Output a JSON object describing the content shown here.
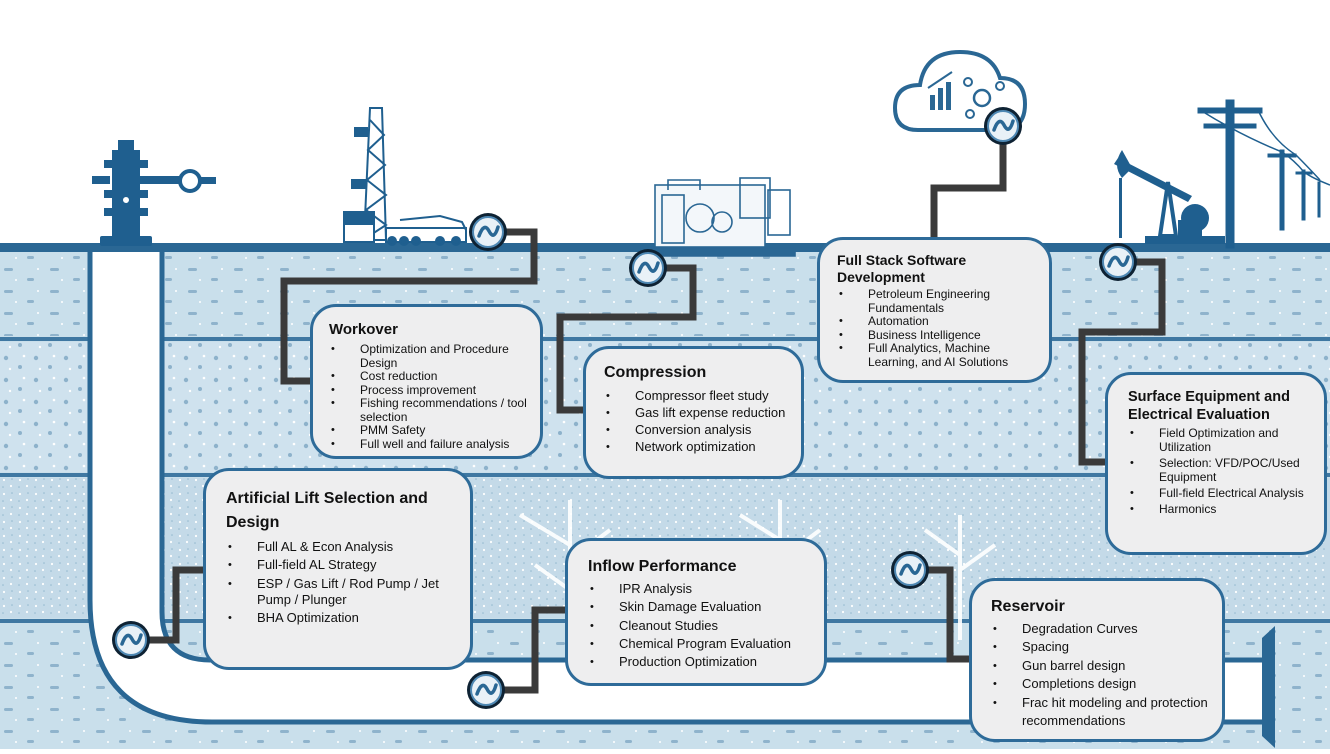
{
  "boxes": {
    "workover": {
      "title": "Workover",
      "items": [
        "Optimization and Procedure Design",
        "Cost reduction",
        "Process improvement",
        "Fishing recommendations / tool selection",
        "PMM Safety",
        "Full well and failure analysis"
      ]
    },
    "compression": {
      "title": "Compression",
      "items": [
        "Compressor fleet study",
        "Gas lift expense reduction",
        "Conversion analysis",
        "Network optimization"
      ]
    },
    "software": {
      "title": "Full Stack Software Development",
      "items": [
        "Petroleum Engineering Fundamentals",
        "Automation",
        "Business Intelligence",
        "Full Analytics, Machine Learning, and AI Solutions"
      ]
    },
    "surface": {
      "title": "Surface Equipment and Electrical Evaluation",
      "items": [
        "Field Optimization and Utilization",
        "Selection: VFD/POC/Used Equipment",
        "Full-field Electrical Analysis",
        "Harmonics"
      ]
    },
    "artificial_lift": {
      "title": "Artificial Lift Selection and Design",
      "items": [
        "Full AL & Econ Analysis",
        "Full-field AL Strategy",
        "ESP / Gas Lift / Rod Pump / Jet Pump / Plunger",
        "BHA Optimization"
      ]
    },
    "inflow": {
      "title": "Inflow Performance",
      "items": [
        "IPR Analysis",
        "Skin Damage Evaluation",
        "Cleanout Studies",
        "Chemical Program Evaluation",
        "Production Optimization"
      ]
    },
    "reservoir": {
      "title": "Reservoir",
      "items": [
        "Degradation Curves",
        "Spacing",
        "Gun barrel design",
        "Completions design",
        "Frac hit modeling and protection recommendations"
      ]
    }
  },
  "icons": {
    "wellhead": "wellhead-icon",
    "rig": "workover-rig-icon",
    "compressor": "compressor-unit-icon",
    "cloud": "cloud-analytics-icon",
    "pumpjack": "pumpjack-icon",
    "power": "power-pole-icon",
    "node": "company-logo-node-icon"
  },
  "colors": {
    "primary": "#1f5f8f",
    "box_border": "#2e6b99",
    "box_fill": "#eeeeef",
    "connector": "#3a3a3a",
    "strata_light": "#c9dfeb",
    "strata_dark": "#a9c6da"
  }
}
